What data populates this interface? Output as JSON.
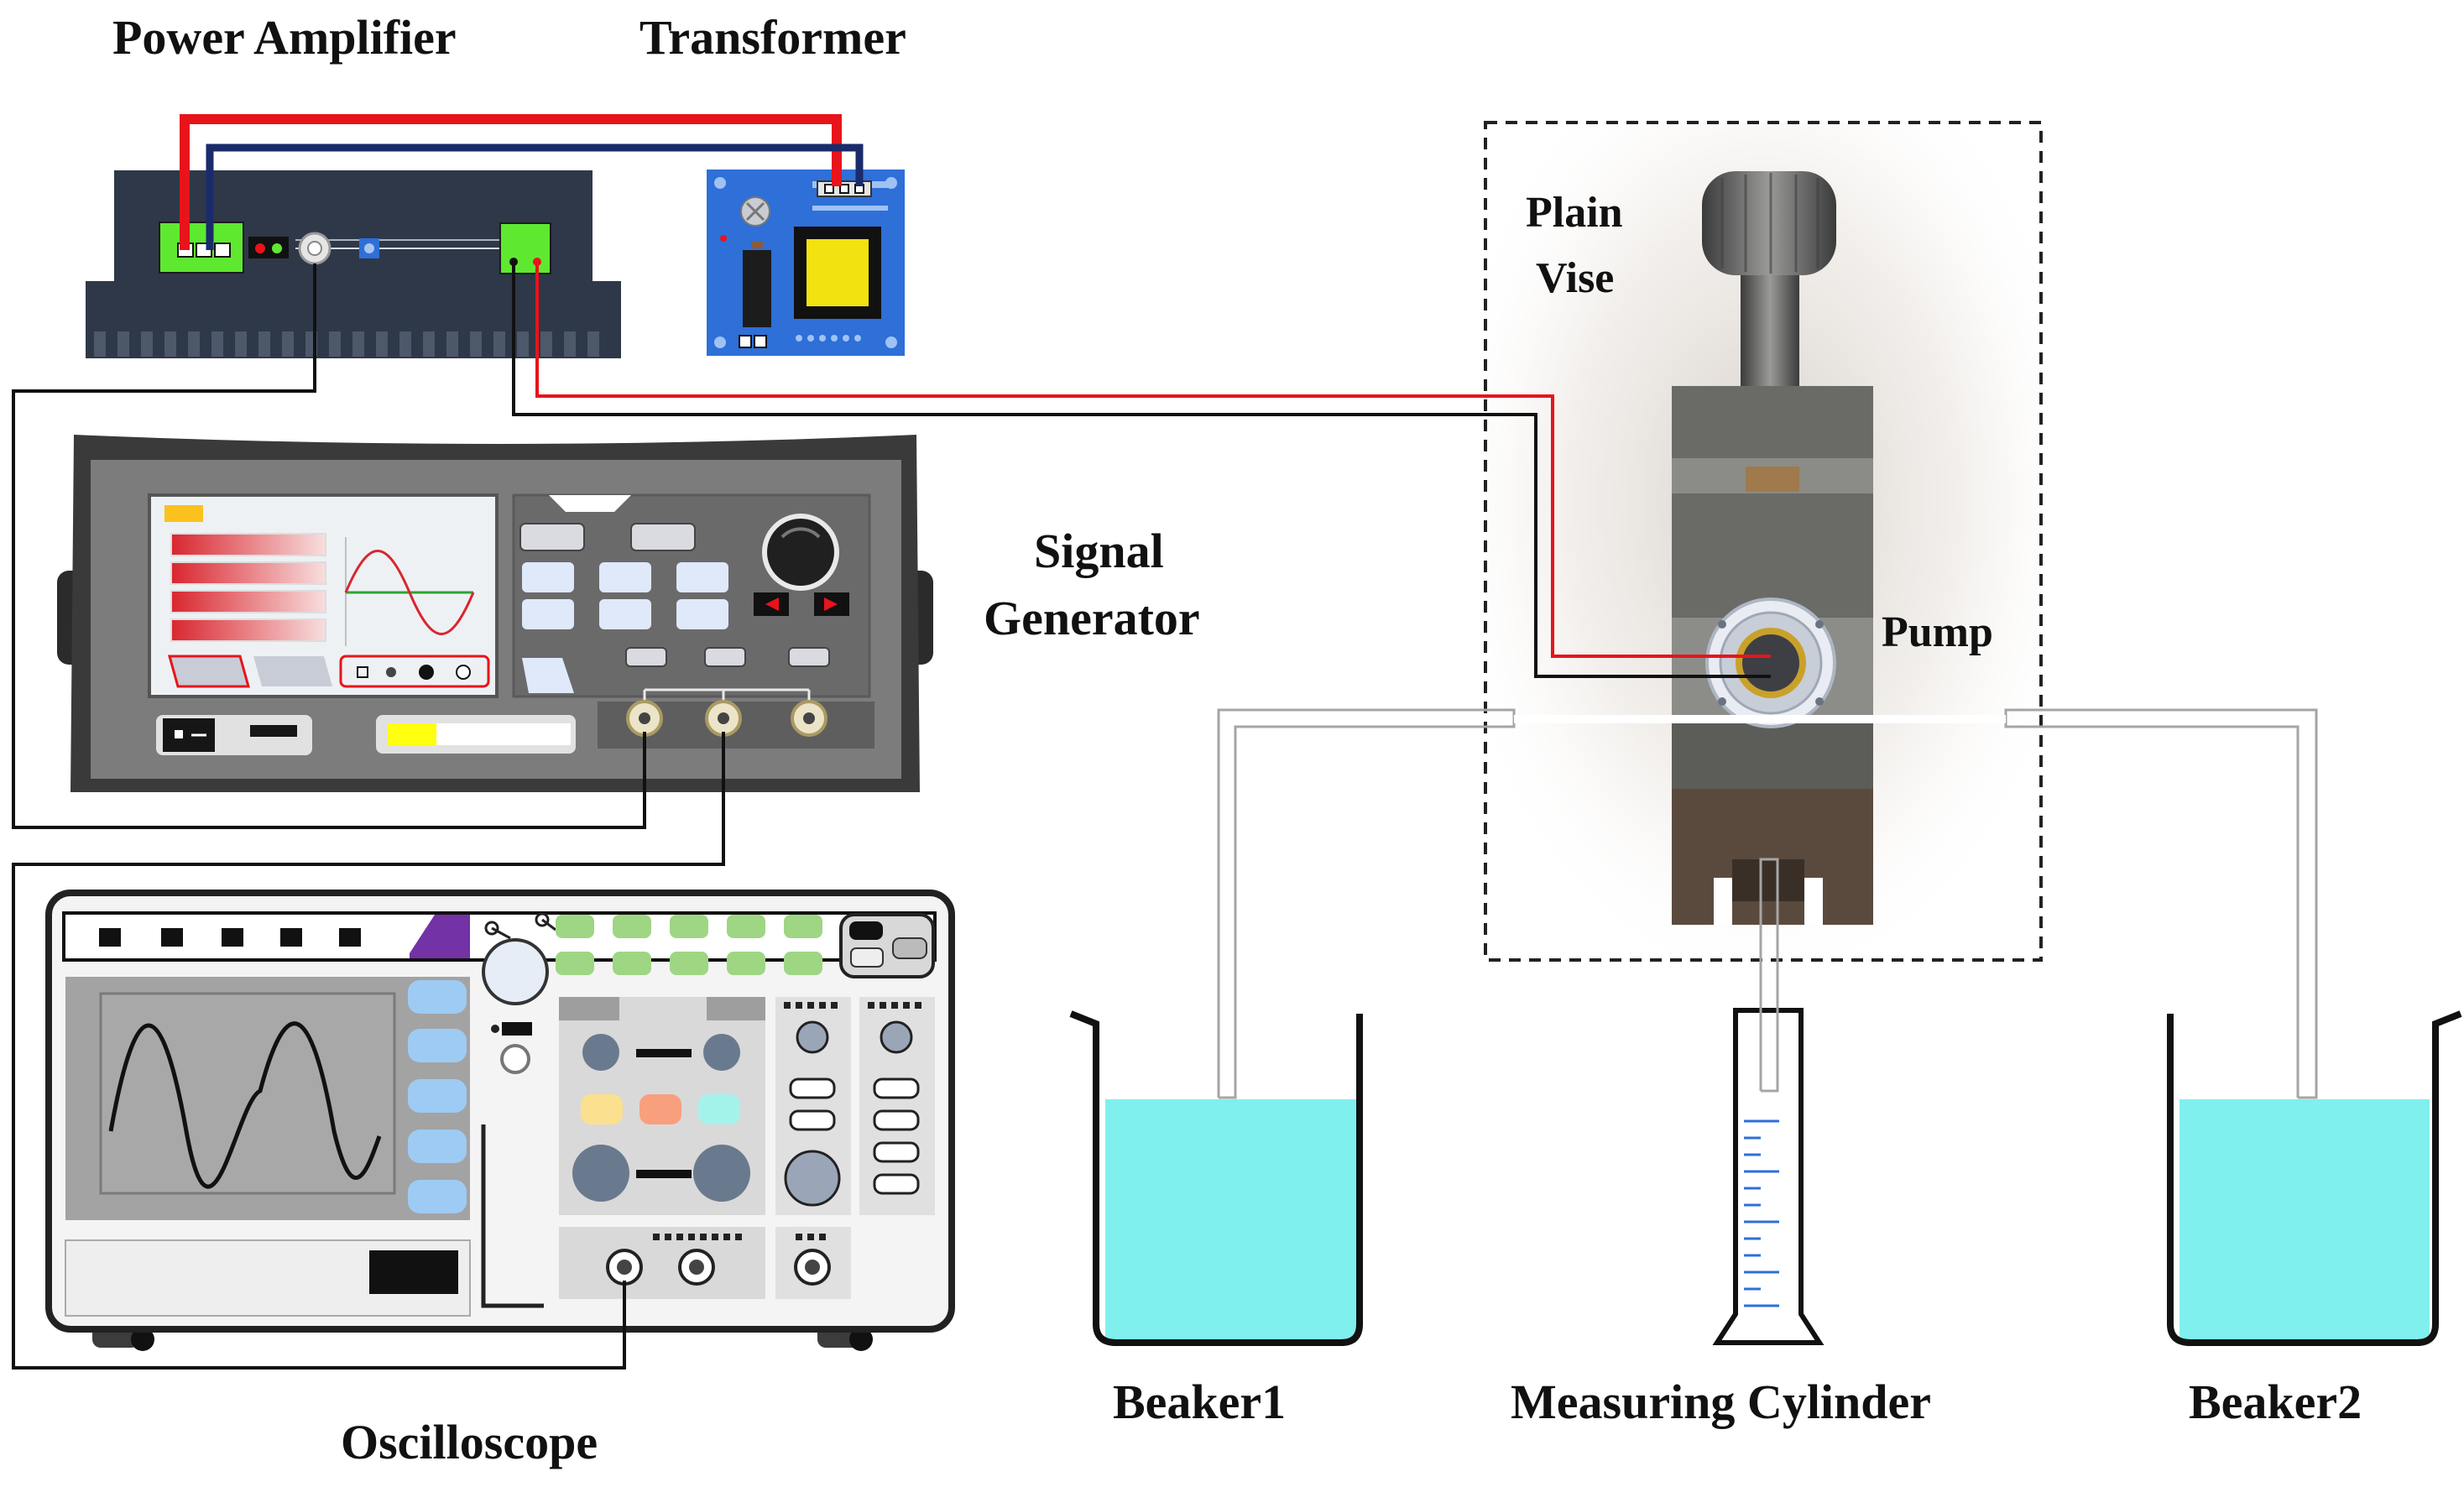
{
  "labels": {
    "power_amplifier": "Power Amplifier",
    "transformer": "Transformer",
    "plain_vise_line1": "Plain",
    "plain_vise_line2": "Vise",
    "signal_generator_line1": "Signal",
    "signal_generator_line2": "Generator",
    "pump": "Pump",
    "beaker1": "Beaker1",
    "measuring_cylinder": "Measuring Cylinder",
    "beaker2": "Beaker2",
    "oscilloscope": "Oscilloscope"
  },
  "colors": {
    "wire_red": "#e8141b",
    "wire_blue": "#1a2b6b",
    "wire_black": "#111111",
    "device_dark": "#2e3848",
    "device_gray": "#6e6e70",
    "board_blue": "#2e6fd8",
    "terminal_green": "#5fe830",
    "water": "#7ff0ee",
    "vise_gray": "#5c5d59",
    "vise_brown": "#5a4a3e"
  }
}
